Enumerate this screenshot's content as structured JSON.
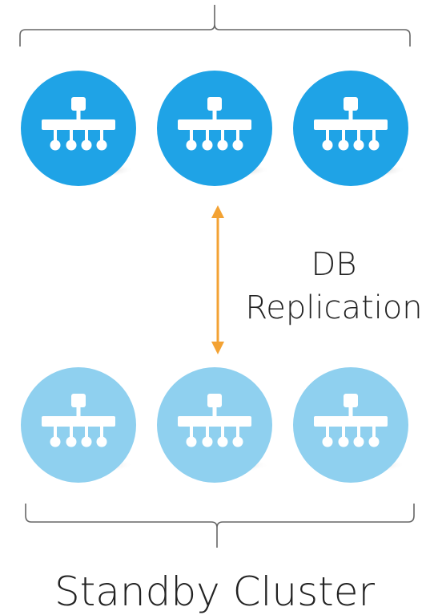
{
  "replication": {
    "line1": "DB",
    "line2": "Replication"
  },
  "standby_cluster": {
    "label": "Standby Cluster"
  },
  "colors": {
    "active_node": "#1fa3e6",
    "standby_node": "#8fd0ef",
    "arrow": "#f3a233",
    "bracket": "#666666",
    "text": "#222222",
    "icon": "#ffffff",
    "shadow": "#c8c8c8"
  },
  "icons": {
    "node": "network-hub-icon"
  }
}
